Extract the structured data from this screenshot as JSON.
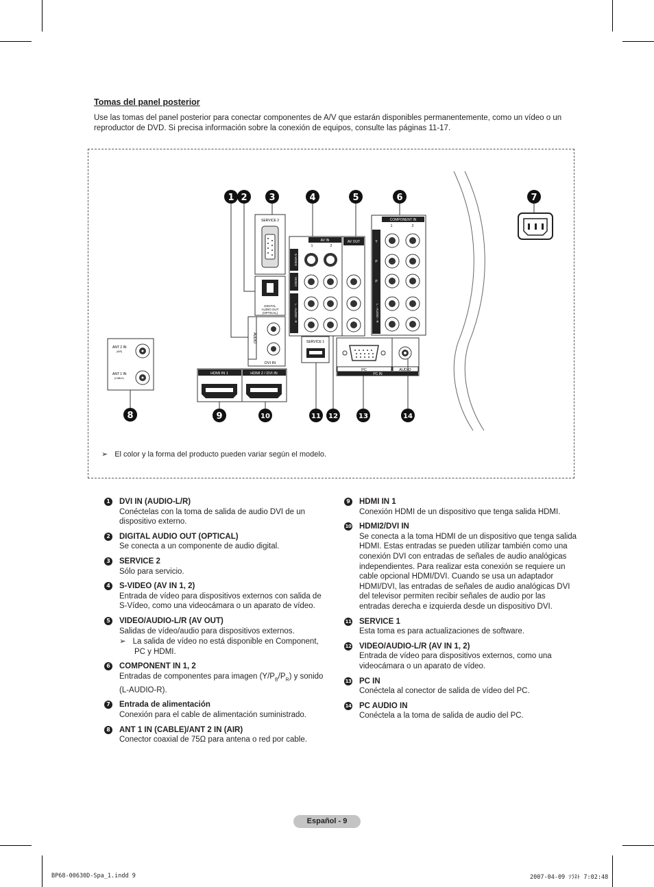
{
  "section_title": "Tomas del panel posterior",
  "intro": "Use las tomas del panel posterior para conectar componentes de A/V que estarán disponibles permanentemente, como un vídeo o un reproductor de DVD. Si precisa información sobre la conexión de equipos, consulte las páginas 11-17.",
  "diagram": {
    "callouts": [
      "1",
      "2",
      "3",
      "4",
      "5",
      "6",
      "7",
      "8",
      "9",
      "10",
      "11",
      "12",
      "13",
      "14"
    ],
    "labels": {
      "service2": "SERVICE 2",
      "digital_audio": [
        "DIGITAL",
        "AUDIO OUT",
        "(OPTICAL)"
      ],
      "av_in": "AV IN",
      "av_in_1": "1",
      "av_in_2": "2",
      "av_out": "AV OUT",
      "s_video": "S-VIDEO",
      "video": "VIDEO",
      "audio_lr": "L - AUDIO - R",
      "component_in": "COMPONENT IN",
      "comp_1": "1",
      "comp_2": "2",
      "y": "Y",
      "pb": "P",
      "pr": "P",
      "l": "L",
      "r": "R",
      "audio": "AUDIO",
      "dvi_in": "DVI IN",
      "service1": "SERVICE 1",
      "pc": "PC",
      "pc_in": "PC IN",
      "pc_audio": "AUDIO",
      "ant2": "ANT 2 IN",
      "air": "(AIR)",
      "ant1": "ANT 1 IN",
      "cable": "(CABLE)",
      "hdmi1": "HDMI IN 1",
      "hdmi2": "HDMI 2 / DVI IN"
    },
    "note": "El color y la forma del producto pueden variar según el modelo.",
    "note_icon": "arrow-icon"
  },
  "left_items": [
    {
      "num": "1",
      "title": "DVI IN (AUDIO-L/R)",
      "desc": "Conéctelas con la toma de salida de audio DVI de un dispositivo externo."
    },
    {
      "num": "2",
      "title": "DIGITAL AUDIO OUT (OPTICAL)",
      "desc": "Se conecta a un componente de audio digital."
    },
    {
      "num": "3",
      "title": "SERVICE 2",
      "desc": "Sólo para servicio."
    },
    {
      "num": "4",
      "title": "S-VIDEO (AV IN 1, 2)",
      "desc": "Entrada de vídeo para dispositivos externos con salida de S-Vídeo, como una videocámara o un aparato de vídeo."
    },
    {
      "num": "5",
      "title": "VIDEO/AUDIO-L/R (AV OUT)",
      "desc": "Salidas de vídeo/audio para dispositivos externos.",
      "note": "La salida de vídeo no está disponible en Component, PC y HDMI."
    },
    {
      "num": "6",
      "title": "COMPONENT IN 1, 2",
      "desc_parts": [
        "Entradas de componentes para imagen (Y/P",
        "B",
        "/P",
        "R",
        ") y sonido (L-AUDIO-R)."
      ]
    },
    {
      "num": "7",
      "title": "Entrada de alimentación",
      "desc": "Conexión para el cable de alimentación suministrado."
    },
    {
      "num": "8",
      "title": "ANT 1 IN (CABLE)/ANT 2 IN (AIR)",
      "desc": "Conector coaxial de 75Ω para antena o red por cable."
    }
  ],
  "right_items": [
    {
      "num": "9",
      "title": "HDMI IN 1",
      "desc": "Conexión HDMI de un dispositivo que tenga salida HDMI."
    },
    {
      "num": "10",
      "title": "HDMI2/DVI IN",
      "desc": "Se conecta a la toma HDMI de un dispositivo que tenga salida HDMI. Estas entradas se pueden utilizar también como una conexión DVI con entradas de señales de audio analógicas independientes. Para realizar esta conexión se requiere un cable opcional HDMI/DVI. Cuando se usa un adaptador HDMI/DVI, las entradas de señales de audio analógicas DVI del televisor permiten recibir señales de audio por las entradas derecha e izquierda desde un dispositivo DVI."
    },
    {
      "num": "11",
      "title": "SERVICE 1",
      "desc": "Esta toma es para actualizaciones de software."
    },
    {
      "num": "12",
      "title": "VIDEO/AUDIO-L/R (AV IN 1, 2)",
      "desc": "Entrada de vídeo para dispositivos externos, como una videocámara o un aparato de vídeo."
    },
    {
      "num": "13",
      "title": "PC IN",
      "desc": "Conéctela al conector de salida de vídeo del PC."
    },
    {
      "num": "14",
      "title": "PC AUDIO IN",
      "desc": "Conéctela a la toma de salida de audio del PC."
    }
  ],
  "footer": {
    "page_label": "Español - 9",
    "slug_left": "BP68-00630D-Spa_1.indd   9",
    "slug_right": "2007-04-09   ｿﾗﾈﾄ 7:02:48"
  }
}
